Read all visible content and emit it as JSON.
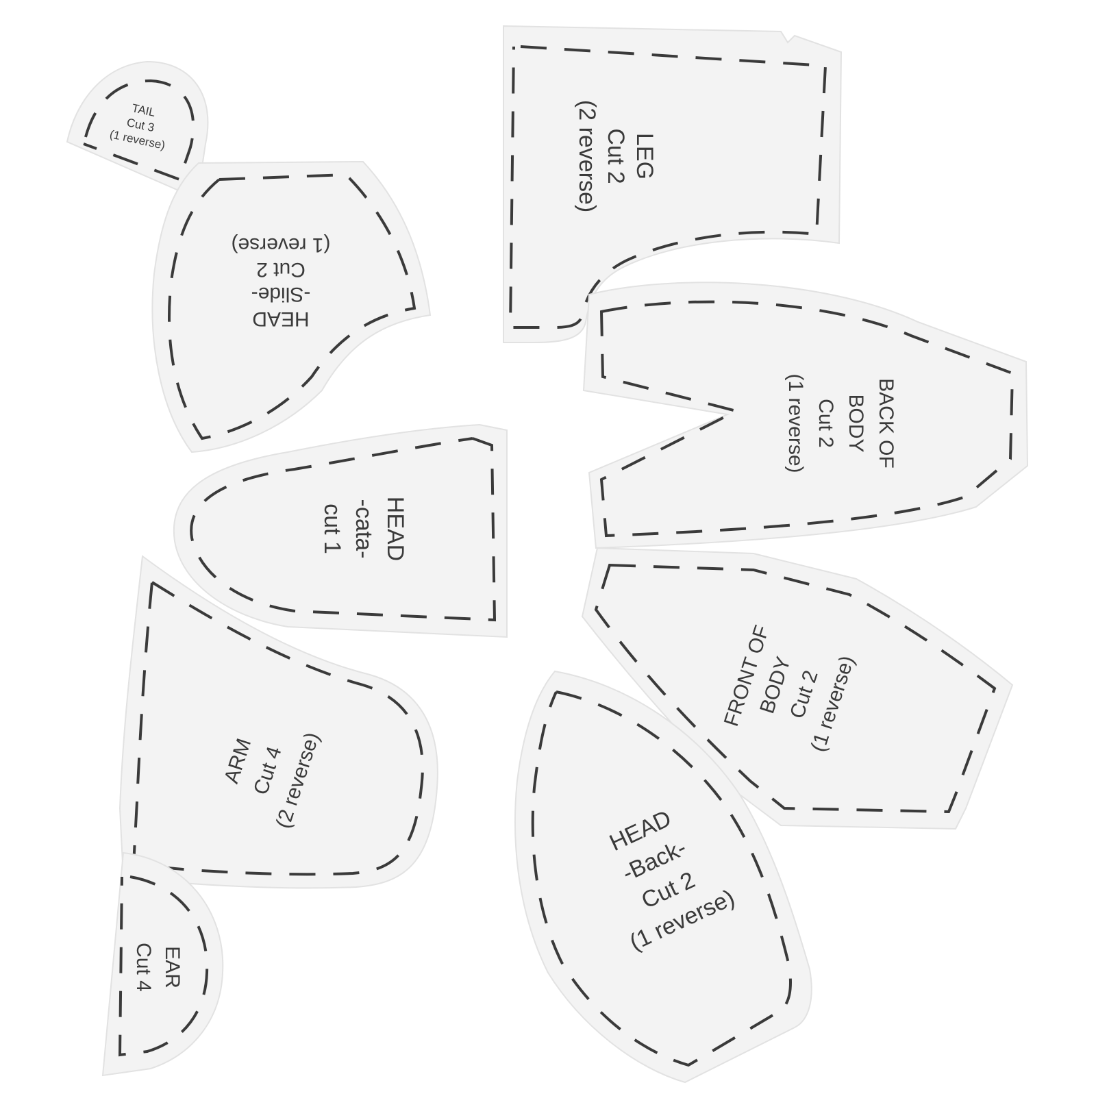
{
  "pieces": {
    "tail": {
      "lines": [
        "TAIL",
        "Cut 3",
        "(1 reverse)"
      ]
    },
    "head_side": {
      "lines": [
        "HEAD",
        "-Slide-",
        "Cut 2",
        "(1 reverse)"
      ]
    },
    "leg": {
      "lines": [
        "LEG",
        "Cut 2",
        "(2 reverse)"
      ]
    },
    "back_of_body": {
      "lines": [
        "BACK OF",
        "BODY",
        "Cut 2",
        "(1 reverse)"
      ]
    },
    "head_cata": {
      "lines": [
        "HEAD",
        "-cata-",
        "cut 1"
      ]
    },
    "front_of_body": {
      "lines": [
        "FRONT OF",
        "BODY",
        "Cut 2",
        "(1 reverse)"
      ]
    },
    "arm": {
      "lines": [
        "ARM",
        "Cut 4",
        "(2 reverse)"
      ]
    },
    "head_back": {
      "lines": [
        "HEAD",
        "-Back-",
        "Cut 2",
        "(1 reverse)"
      ]
    },
    "ear": {
      "lines": [
        "EAR",
        "Cut 4"
      ]
    }
  }
}
